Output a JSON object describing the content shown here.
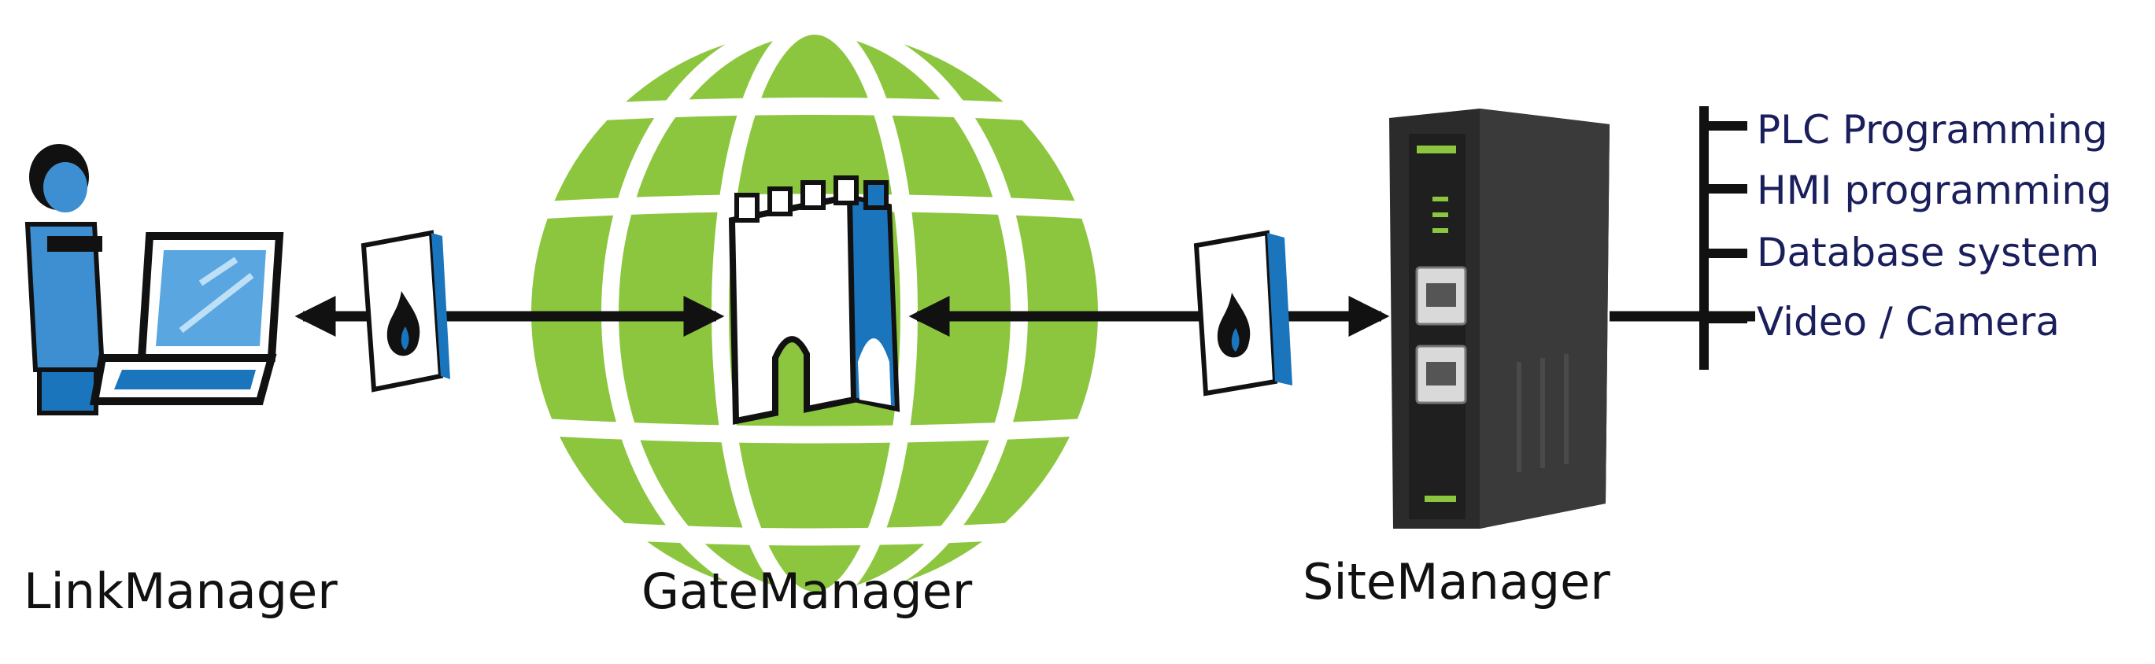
{
  "labels": {
    "link_manager": "LinkManager",
    "gate_manager": "GateManager",
    "site_manager": "SiteManager"
  },
  "features": [
    "PLC Programming",
    "HMI programming",
    "Database system",
    "Video / Camera"
  ],
  "colors": {
    "globe": "#8cc63f",
    "accent_blue": "#1b75bc",
    "person_blue": "#3d8fd1",
    "device": "#2b2b2b",
    "arrow": "#111111",
    "feature_text": "#1a1f5c"
  },
  "icons": [
    "person-icon",
    "laptop-icon",
    "firewall-icon",
    "globe-icon",
    "castle-icon",
    "router-device-icon"
  ]
}
